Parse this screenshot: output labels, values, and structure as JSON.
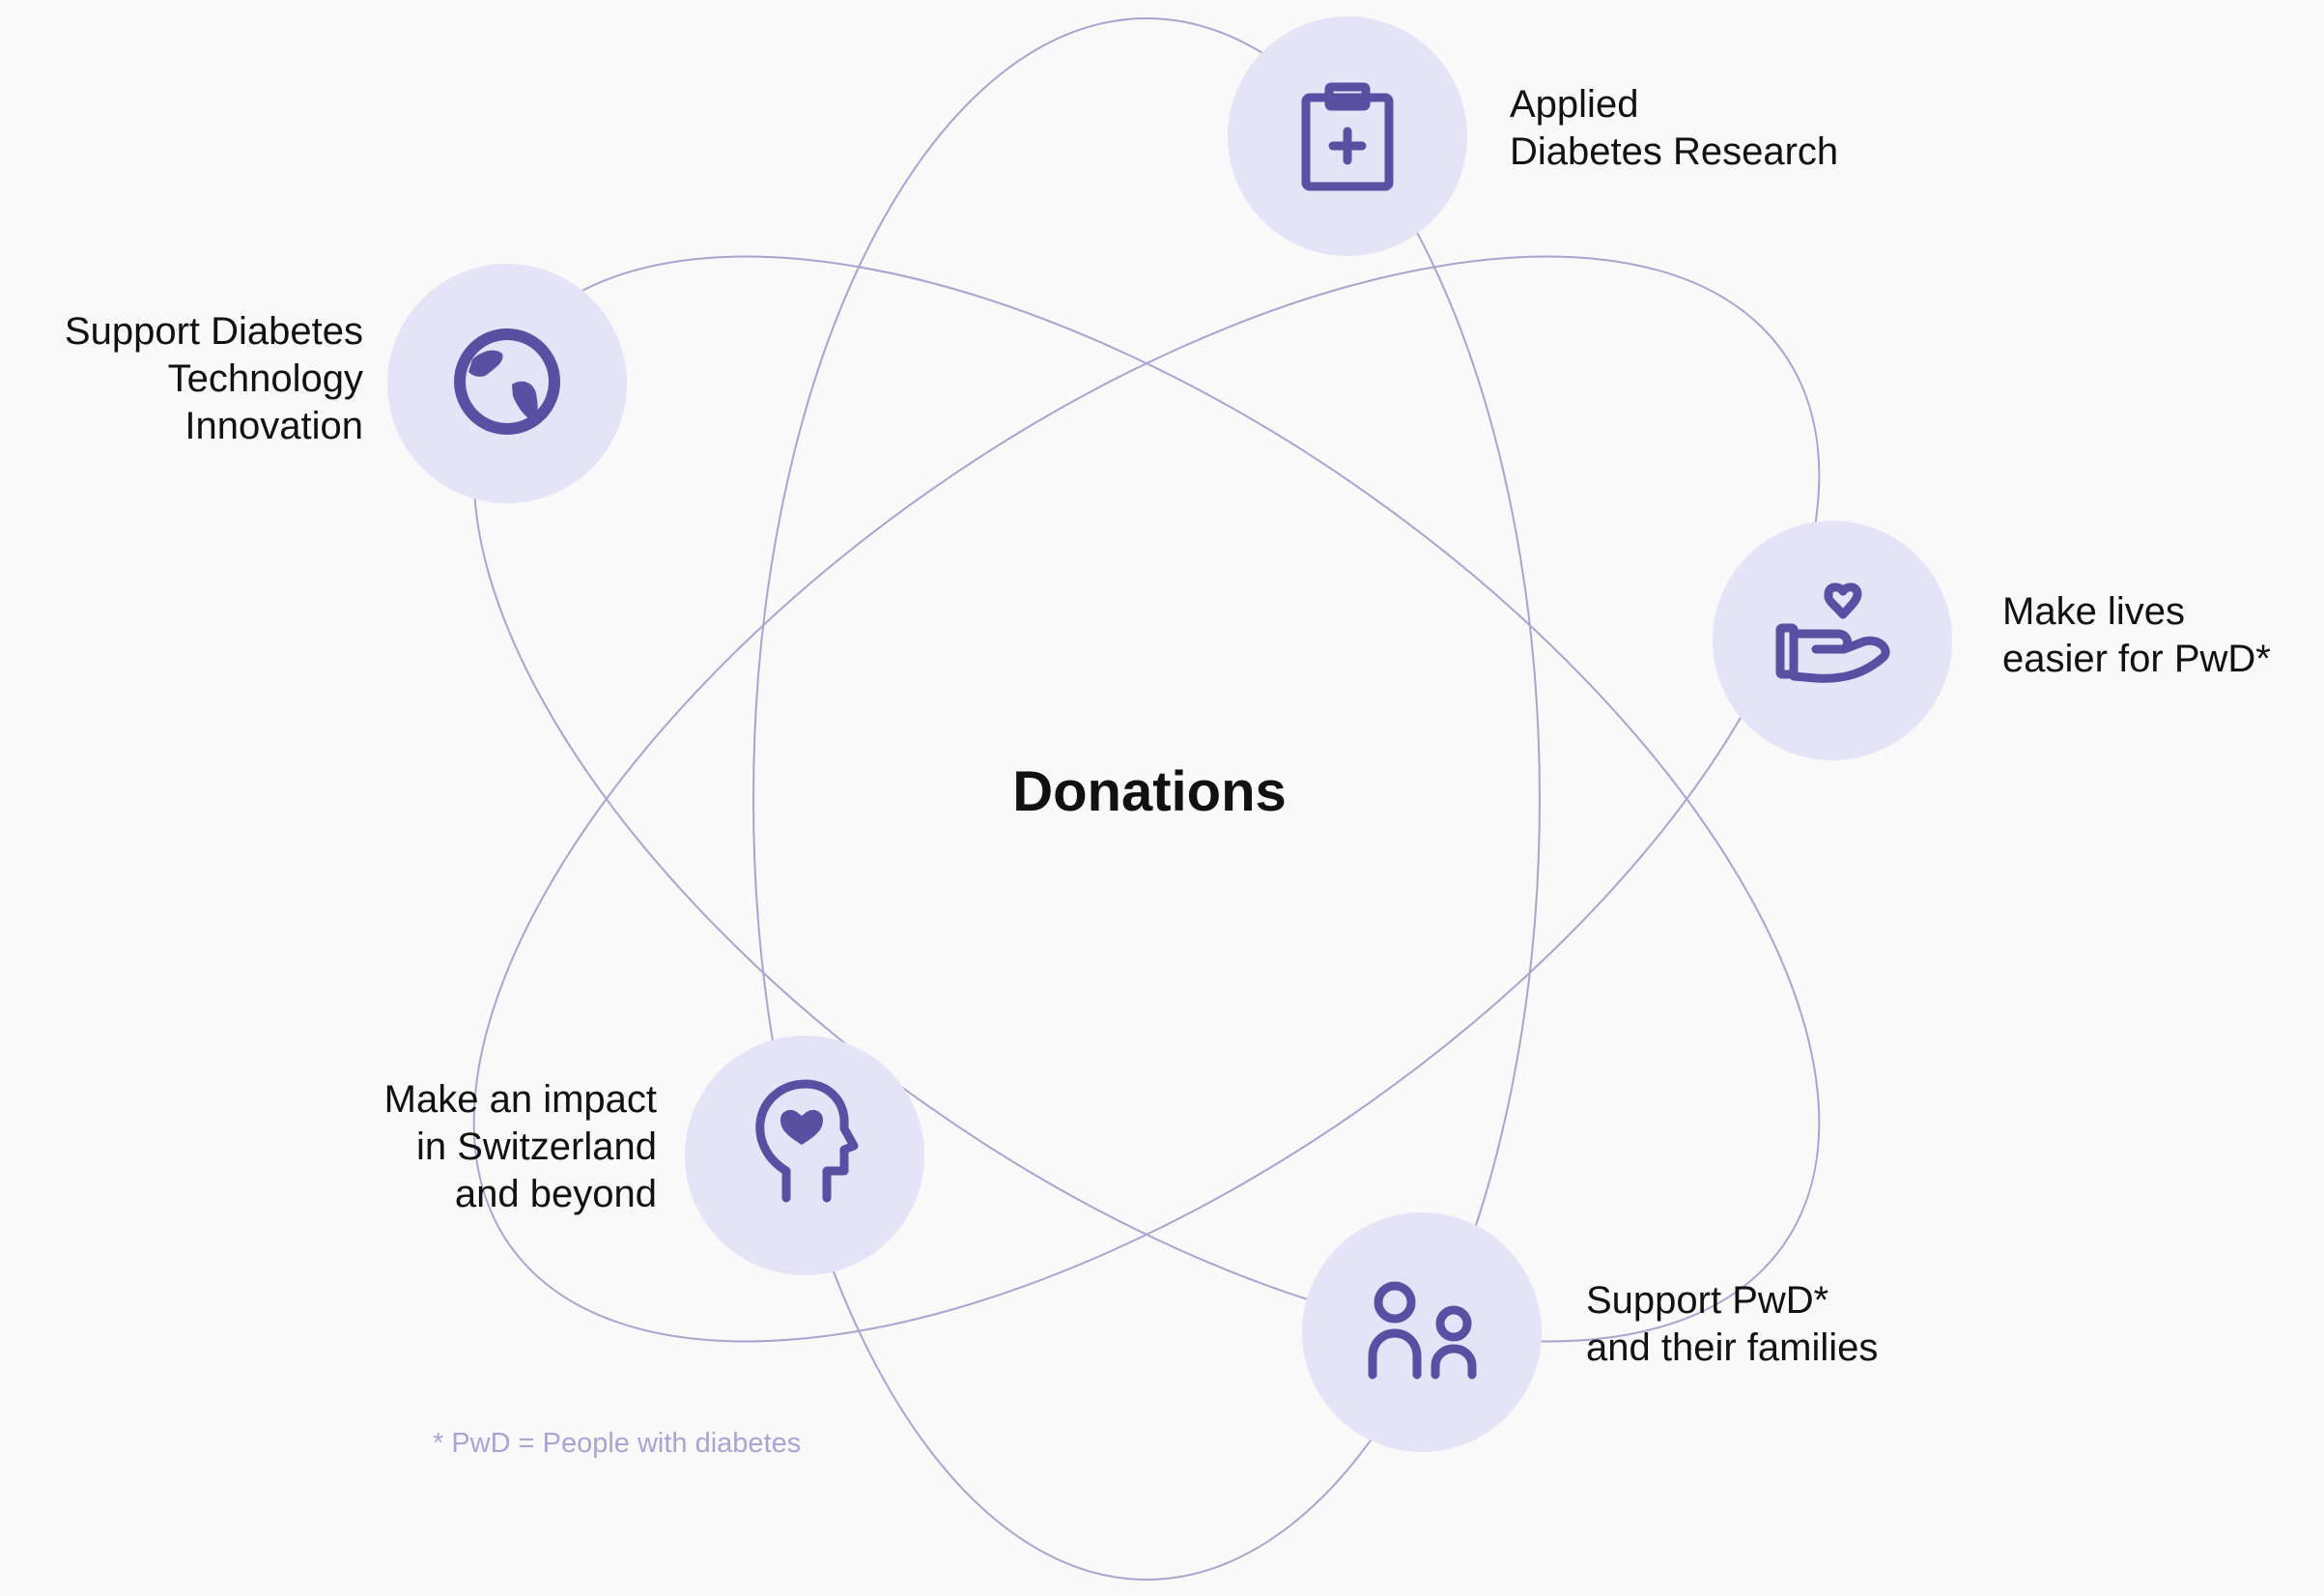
{
  "center_title": "Donations",
  "nodes": [
    {
      "label": "Applied\nDiabetes Research",
      "icon": "clipboard-medical-icon"
    },
    {
      "label": "Support Diabetes\nTechnology\nInnovation",
      "icon": "globe-icon"
    },
    {
      "label": "Make lives\neasier for PwD*",
      "icon": "hand-heart-icon"
    },
    {
      "label": "Make an impact\nin Switzerland\nand beyond",
      "icon": "head-heart-icon"
    },
    {
      "label": "Support PwD*\nand their families",
      "icon": "people-icon"
    }
  ],
  "footnote": "* PwD = People with diabetes",
  "colors": {
    "background": "#f9f9f9",
    "orbit": "#a9a3d2",
    "node_fill": "#e5e3f8",
    "icon": "#5b4fa3",
    "footnote": "#aaa3d3",
    "text": "#111111"
  }
}
